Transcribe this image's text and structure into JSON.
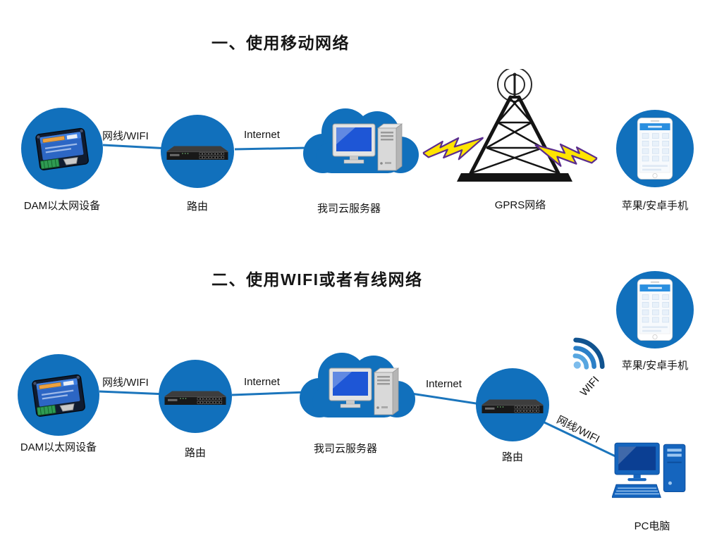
{
  "section1": {
    "title": "一、使用移动网络",
    "labels": {
      "dam": "DAM以太网设备",
      "router": "路由",
      "cloud": "我司云服务器",
      "gprs": "GPRS网络",
      "phone": "苹果/安卓手机"
    },
    "links": {
      "dam_router": "网线/WIFI",
      "router_cloud": "Internet"
    }
  },
  "section2": {
    "title": "二、使用WIFI或者有线网络",
    "labels": {
      "dam": "DAM以太网设备",
      "router1": "路由",
      "cloud": "我司云服务器",
      "router2": "路由",
      "phone": "苹果/安卓手机",
      "pc": "PC电脑"
    },
    "links": {
      "dam_router": "网线/WIFI",
      "router_cloud": "Internet",
      "cloud_router2": "Internet",
      "router2_phone": "WIFI",
      "router2_pc": "网线/WIFI"
    }
  },
  "colors": {
    "node_blue": "#1170bc",
    "line_blue": "#1b75bc",
    "bolt_yellow": "#ffe400",
    "bolt_outline": "#5b2d8e",
    "text": "#141414"
  }
}
